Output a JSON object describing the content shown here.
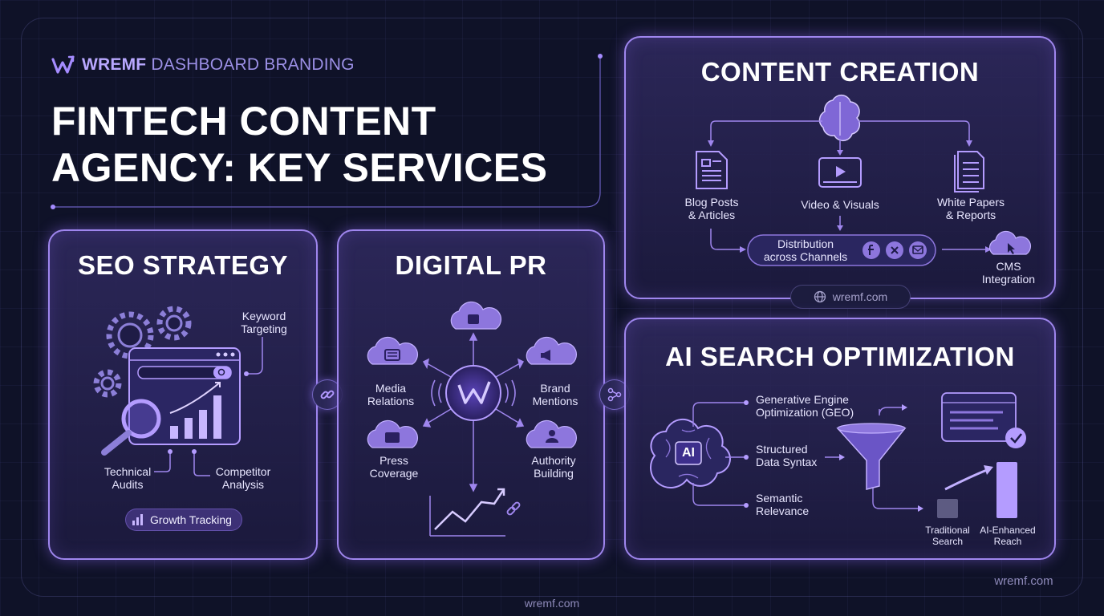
{
  "brand": {
    "name_bold": "WREMF",
    "name_rest": "DASHBOARD BRANDING",
    "logo_icon": "w-logo-icon"
  },
  "title": {
    "line1": "FINTECH CONTENT",
    "line2": "AGENCY: KEY SERVICES"
  },
  "seo": {
    "title": "SEO STRATEGY",
    "keyword": [
      "Keyword",
      "Targeting"
    ],
    "technical": [
      "Technical",
      "Audits"
    ],
    "competitor": [
      "Competitor",
      "Analysis"
    ],
    "growth": "Growth Tracking"
  },
  "pr": {
    "title": "DIGITAL PR",
    "media": [
      "Media",
      "Relations"
    ],
    "brand": [
      "Brand",
      "Mentions"
    ],
    "press": [
      "Press",
      "Coverage"
    ],
    "authority": [
      "Authority",
      "Building"
    ]
  },
  "content": {
    "title": "CONTENT CREATION",
    "blog": [
      "Blog Posts",
      "& Articles"
    ],
    "video": "Video & Visuals",
    "white": [
      "White Papers",
      "& Reports"
    ],
    "distribution": [
      "Distribution",
      "across Channels"
    ],
    "cms": [
      "CMS",
      "Integration"
    ],
    "url": "wremf.com"
  },
  "ai": {
    "title": "AI SEARCH OPTIMIZATION",
    "badge": "AI",
    "geo": [
      "Generative Engine",
      "Optimization (GEO)"
    ],
    "structured": [
      "Structured",
      "Data Syntax"
    ],
    "semantic": [
      "Semantic",
      "Relevance"
    ],
    "traditional": [
      "Traditional",
      "Search"
    ],
    "enhanced": [
      "AI-Enhanced",
      "Reach"
    ]
  },
  "footer": {
    "center_url": "wremf.com",
    "right_url": "wremf.com"
  },
  "colors": {
    "accent": "#9f86ee",
    "background": "#0f1228",
    "icon": "#b49cff"
  }
}
